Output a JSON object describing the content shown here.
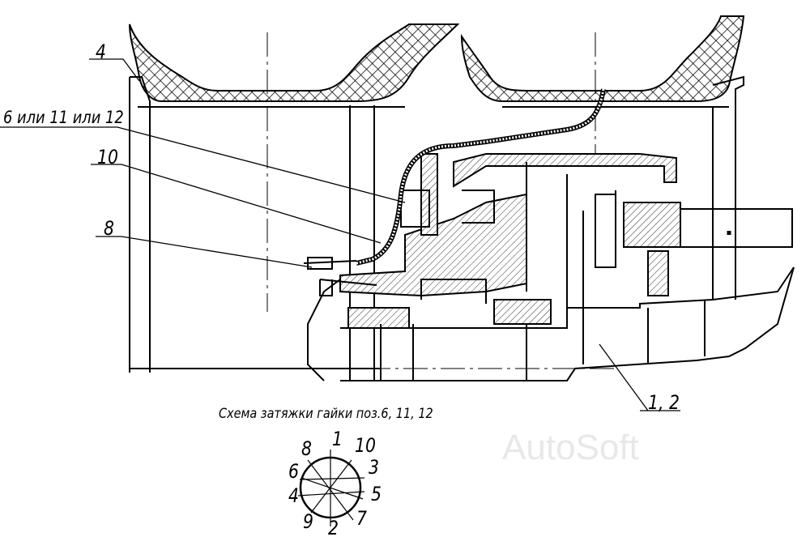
{
  "callouts": {
    "c4": "4",
    "c6_11_12": "6 или 11 или 12",
    "c10": "10",
    "c8": "8",
    "c1_2": "1, 2"
  },
  "schema": {
    "title": "Схема затяжки гайки поз.6, 11, 12",
    "order_labels": [
      "1",
      "2",
      "3",
      "4",
      "5",
      "6",
      "7",
      "8",
      "9",
      "10"
    ]
  },
  "watermark": "AutoSoft"
}
